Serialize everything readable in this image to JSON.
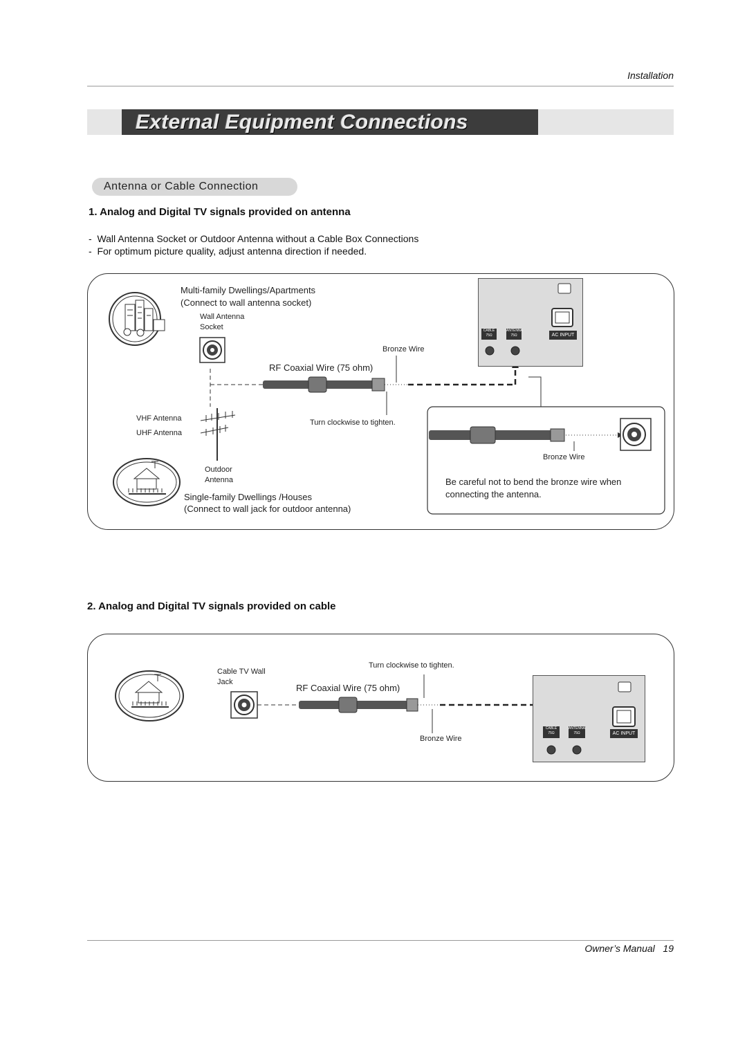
{
  "header": {
    "section": "Installation"
  },
  "title": "External Equipment Connections",
  "section_pill": "Antenna or Cable Connection",
  "part1": {
    "heading": "1. Analog and Digital TV signals provided on antenna",
    "bullets": [
      "Wall Antenna Socket or Outdoor Antenna without a Cable Box Connections",
      "For optimum picture quality, adjust antenna direction if needed."
    ],
    "diagram": {
      "multi_family": "Multi-family Dwellings/Apartments",
      "multi_family_note": "(Connect to wall antenna socket)",
      "wall_socket_1": "Wall Antenna",
      "wall_socket_2": "Socket",
      "bronze_wire_top": "Bronze Wire",
      "rf_wire": "RF Coaxial Wire (75 ohm)",
      "vhf": "VHF Antenna",
      "uhf": "UHF Antenna",
      "turn": "Turn clockwise to tighten.",
      "outdoor_1": "Outdoor",
      "outdoor_2": "Antenna",
      "single_family": "Single-family Dwellings /Houses",
      "single_family_note": "(Connect to wall jack for outdoor antenna)",
      "inset_bronze": "Bronze Wire",
      "caution_1": "Be careful not to bend the bronze wire when",
      "caution_2": "connecting the antenna.",
      "panel_cable": "CABLE",
      "panel_antenna": "ANTENNA",
      "panel_ohm": "75Ω",
      "panel_ac": "AC INPUT"
    }
  },
  "part2": {
    "heading": "2. Analog and Digital TV signals provided on cable",
    "diagram": {
      "turn": "Turn clockwise to tighten.",
      "jack_1": "Cable TV Wall",
      "jack_2": "Jack",
      "rf_wire": "RF Coaxial Wire (75 ohm)",
      "bronze_wire": "Bronze Wire",
      "panel_cable": "CABLE",
      "panel_antenna": "ANTENNA",
      "panel_ohm": "75Ω",
      "panel_ac": "AC INPUT"
    }
  },
  "footer": {
    "manual": "Owner’s Manual",
    "page": "19"
  }
}
